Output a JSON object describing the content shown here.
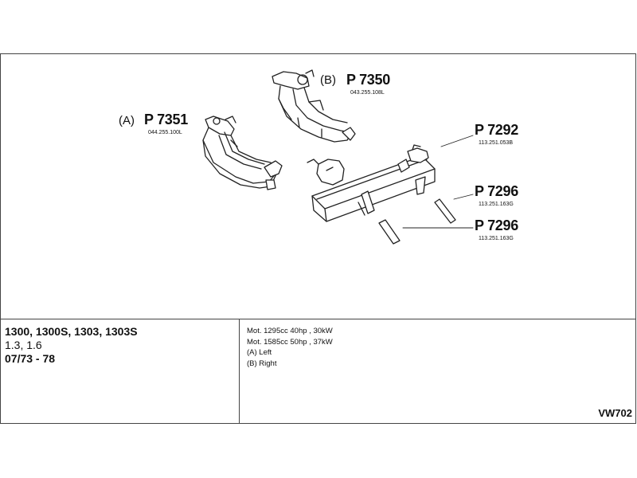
{
  "parts": [
    {
      "side": "(A)",
      "number": "P 7351",
      "oe": "044.255.100L"
    },
    {
      "side": "(B)",
      "number": "P 7350",
      "oe": "043.255.108L"
    },
    {
      "side": "",
      "number": "P 7292",
      "oe": "113.251.053B"
    },
    {
      "side": "",
      "number": "P 7296",
      "oe": "113.251.163G"
    },
    {
      "side": "",
      "number": "P 7296",
      "oe": "113.251.163G"
    }
  ],
  "vehicle": {
    "models": "1300, 1300S, 1303, 1303S",
    "engines": "1.3, 1.6",
    "years": "07/73 - 78"
  },
  "notes": [
    "Mot. 1295cc 40hp , 30kW",
    "Mot. 1585cc 50hp , 37kW",
    "(A) Left",
    "(B) Right"
  ],
  "catalog_code": "VW702"
}
